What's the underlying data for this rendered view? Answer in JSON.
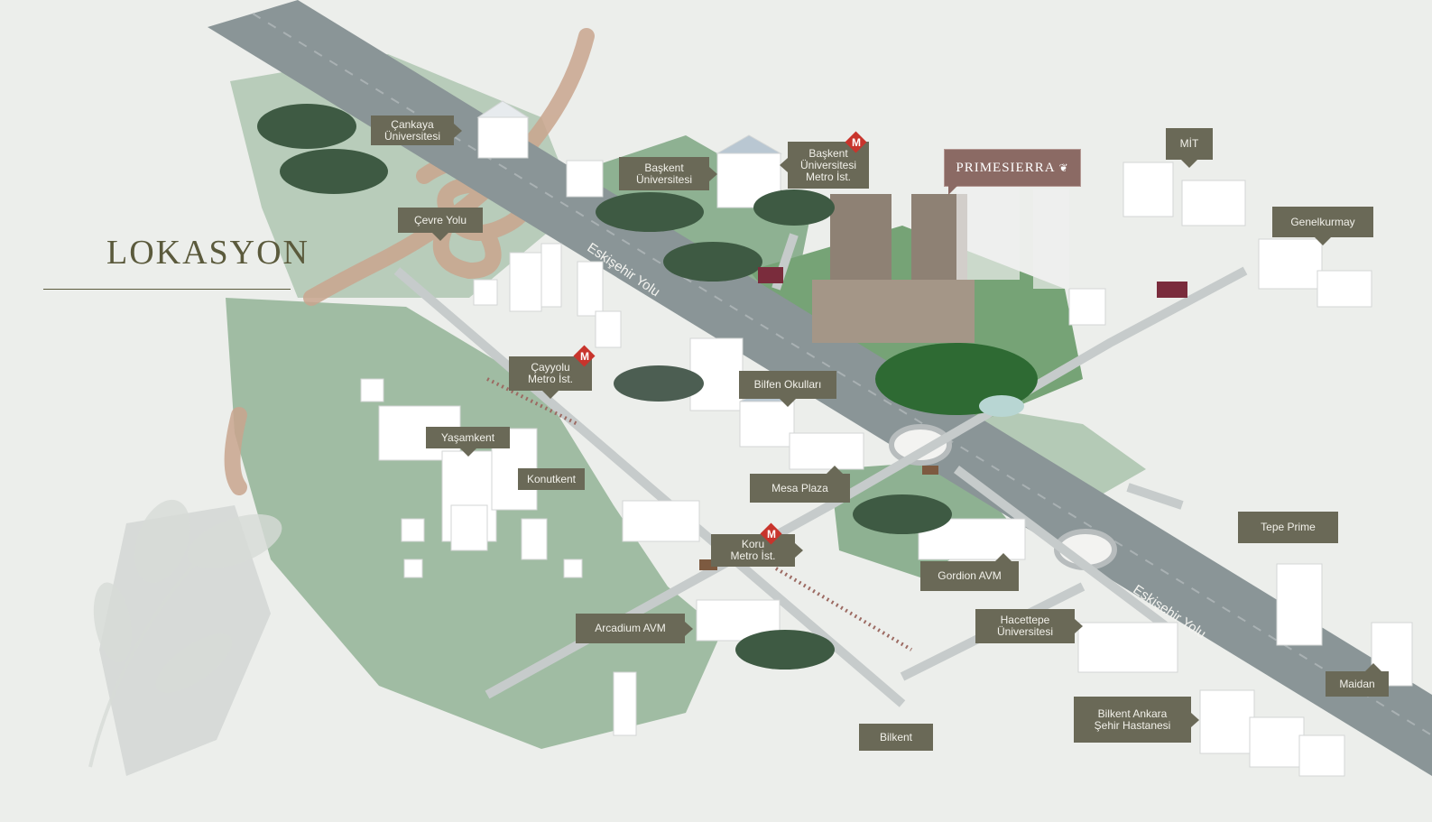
{
  "page": {
    "title": "LOKASYON"
  },
  "brand": {
    "name": "PRIMESIERRA",
    "leaf_icon": "leaf-icon"
  },
  "roads": {
    "main_road_1": "Eskişehir Yolu",
    "main_road_2": "Eskişehir Yolu"
  },
  "metro": {
    "badge": "M"
  },
  "labels": {
    "cankaya_university": "Çankaya\nÜniversitesi",
    "cevre_yolu": "Çevre Yolu",
    "baskent_university": "Başkent\nÜniversitesi",
    "baskent_metro": "Başkent\nÜniversitesi\nMetro İst.",
    "mit": "MİT",
    "genelkurmay": "Genelkurmay",
    "cayyolu_metro": "Çayyolu\nMetro İst.",
    "bilfen": "Bilfen Okulları",
    "yasamkent": "Yaşamkent",
    "konutkent": "Konutkent",
    "mesa_plaza": "Mesa Plaza",
    "koru_metro": "Koru\nMetro İst.",
    "gordion": "Gordion AVM",
    "arcadium": "Arcadium AVM",
    "hacettepe": "Hacettepe\nÜniversitesi",
    "tepe_prime": "Tepe Prime",
    "maidan": "Maidan",
    "bilkent_hospital": "Bilkent Ankara\nŞehir Hastanesi",
    "bilkent": "Bilkent"
  },
  "colors": {
    "label_bg": "#6a6957",
    "label_text": "#f2f1ea",
    "road": "#8a9597",
    "green": "#5e8c63",
    "brand": "#8b6a64",
    "metro": "#c8342c"
  }
}
